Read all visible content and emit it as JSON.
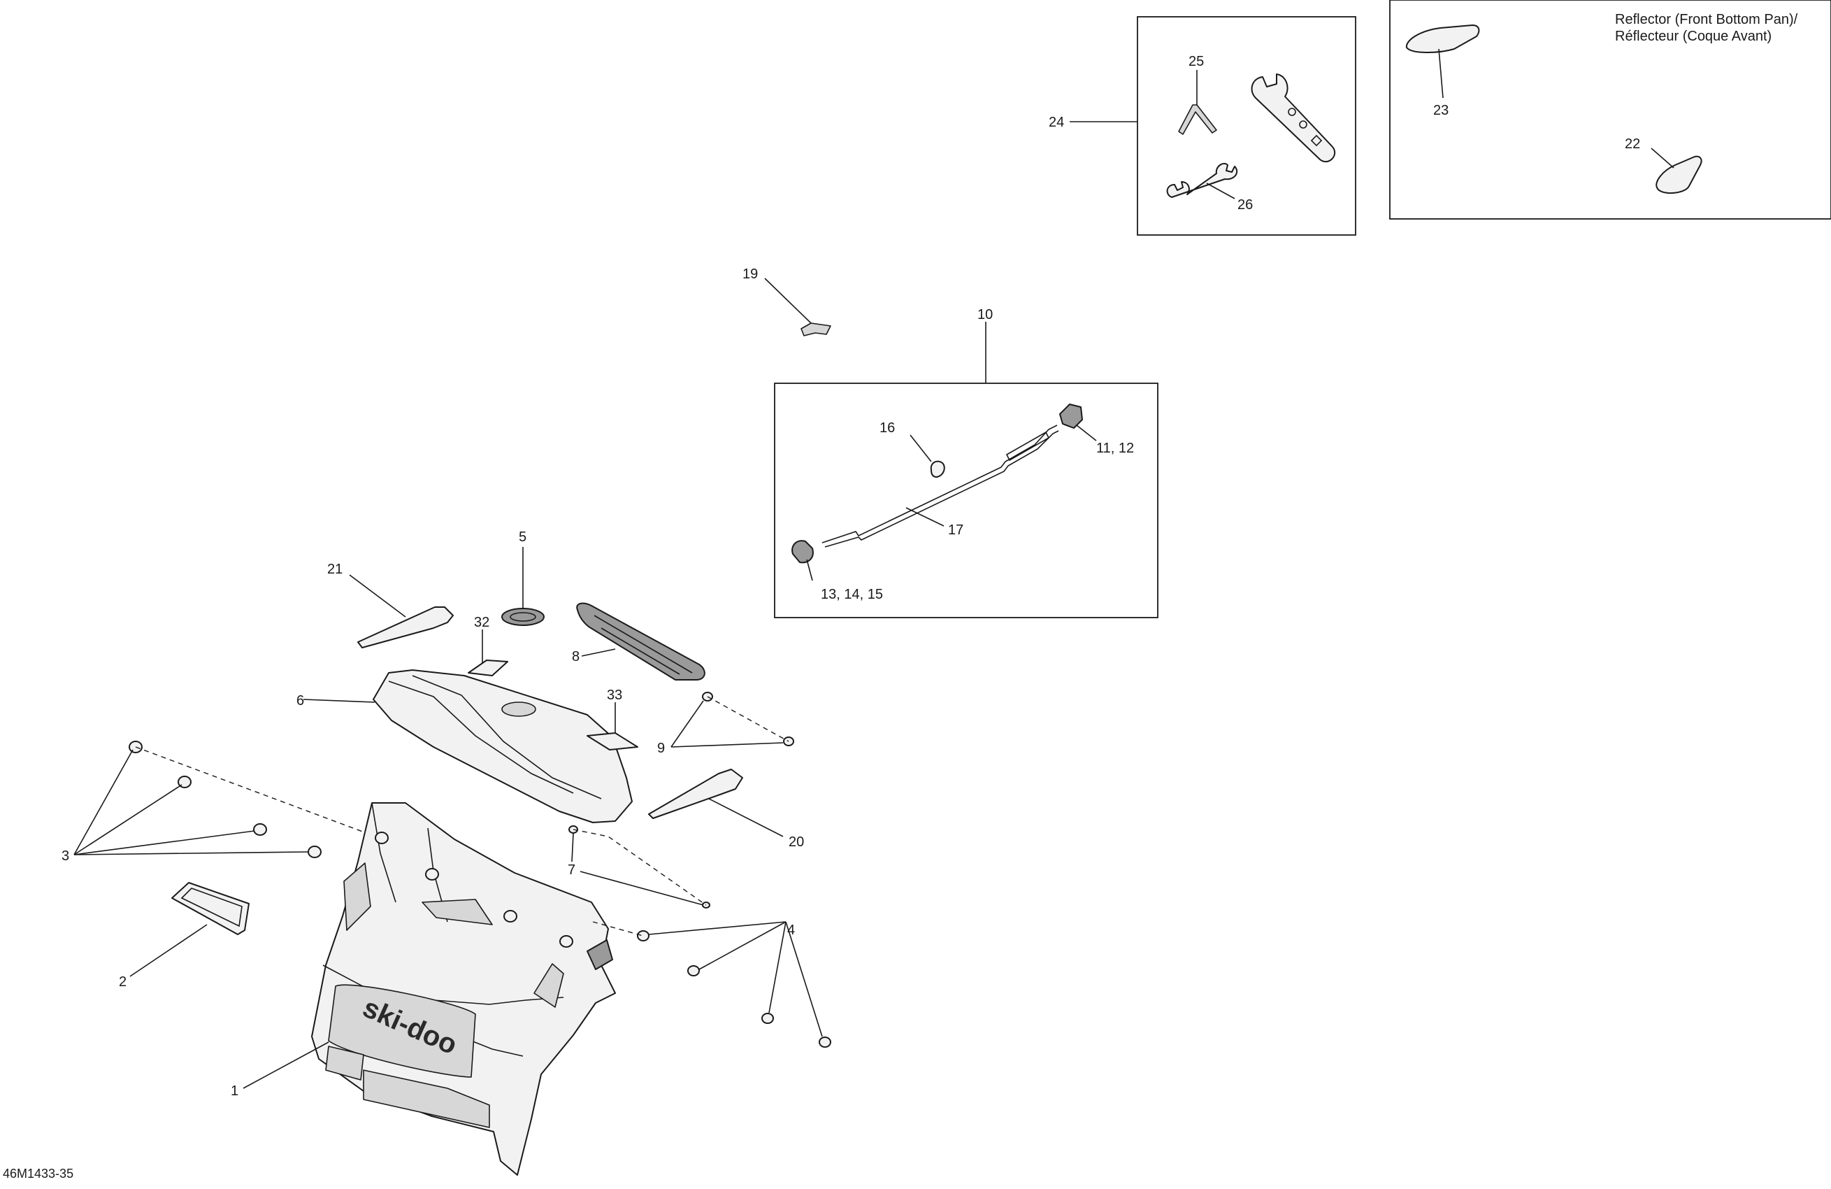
{
  "diagram": {
    "reference_code": "46M1433-35",
    "inset_reflector_label_line1": "Reflector (Front Bottom Pan)/",
    "inset_reflector_label_line2": "Réflecteur (Coque Avant)",
    "brand_logo_text": "ski-doo",
    "callouts": {
      "c1": "1",
      "c2": "2",
      "c3": "3",
      "c4": "4",
      "c5": "5",
      "c6": "6",
      "c7": "7",
      "c8": "8",
      "c9": "9",
      "c10": "10",
      "c11_12": "11, 12",
      "c13_14_15": "13, 14, 15",
      "c16": "16",
      "c17": "17",
      "c19": "19",
      "c20": "20",
      "c21": "21",
      "c22": "22",
      "c23": "23",
      "c24": "24",
      "c25": "25",
      "c26": "26",
      "c32": "32",
      "c33": "33"
    }
  }
}
